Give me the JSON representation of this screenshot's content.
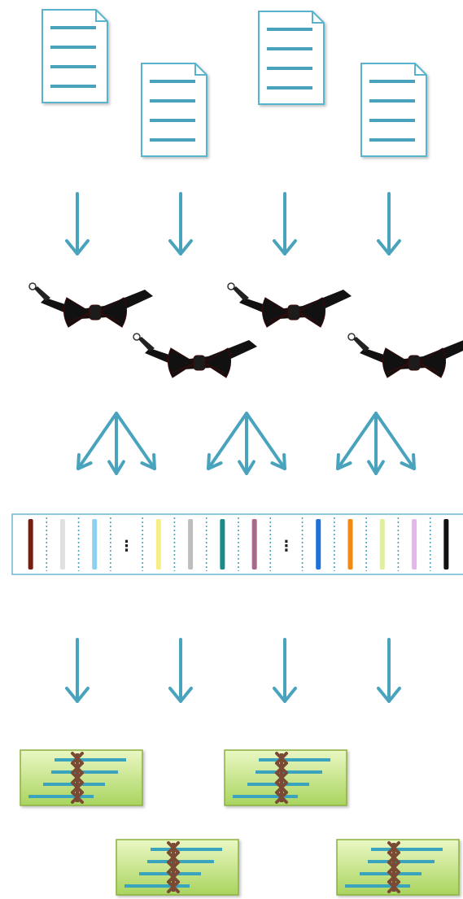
{
  "diagram": {
    "stages": [
      "documents",
      "bow-ties",
      "fan-out-arrows",
      "feature-vector",
      "down-arrows",
      "sorted-blocks"
    ],
    "documents": [
      {
        "kind": "document"
      },
      {
        "kind": "document"
      },
      {
        "kind": "document"
      },
      {
        "kind": "document"
      }
    ],
    "bowties": [
      {
        "kind": "bow-tie"
      },
      {
        "kind": "bow-tie"
      },
      {
        "kind": "bow-tie"
      },
      {
        "kind": "bow-tie"
      }
    ],
    "vector": {
      "cells": [
        {
          "color": "#7b1c10"
        },
        {
          "color": "#e0e0e0"
        },
        {
          "color": "#8fd0f0"
        },
        {
          "ellipsis": "⋮"
        },
        {
          "color": "#f6ee86"
        },
        {
          "color": "#bdbdbd"
        },
        {
          "color": "#1a8a8a"
        },
        {
          "color": "#a66a8a"
        },
        {
          "ellipsis": "⋮"
        },
        {
          "color": "#1e73d9"
        },
        {
          "color": "#f08a12"
        },
        {
          "color": "#dff09a"
        },
        {
          "color": "#e2b8ea"
        },
        {
          "color": "#111111"
        }
      ]
    },
    "blocks": [
      {
        "bars": 4
      },
      {
        "bars": 4
      },
      {
        "bars": 4
      },
      {
        "bars": 4
      }
    ]
  },
  "colors": {
    "arrow": "#4aa3bd",
    "doc_border": "#5ab3cc",
    "doc_line": "#4aa3bd",
    "block_fill_top": "#eaf7c4",
    "block_fill_bottom": "#a9d45e",
    "block_border": "#8ab040",
    "block_bar": "#3aa3bd",
    "block_cross": "#7a4a34",
    "vector_border": "#6ab8d0",
    "vector_divider": "#4aa3bd",
    "bowtie": "#111111"
  }
}
